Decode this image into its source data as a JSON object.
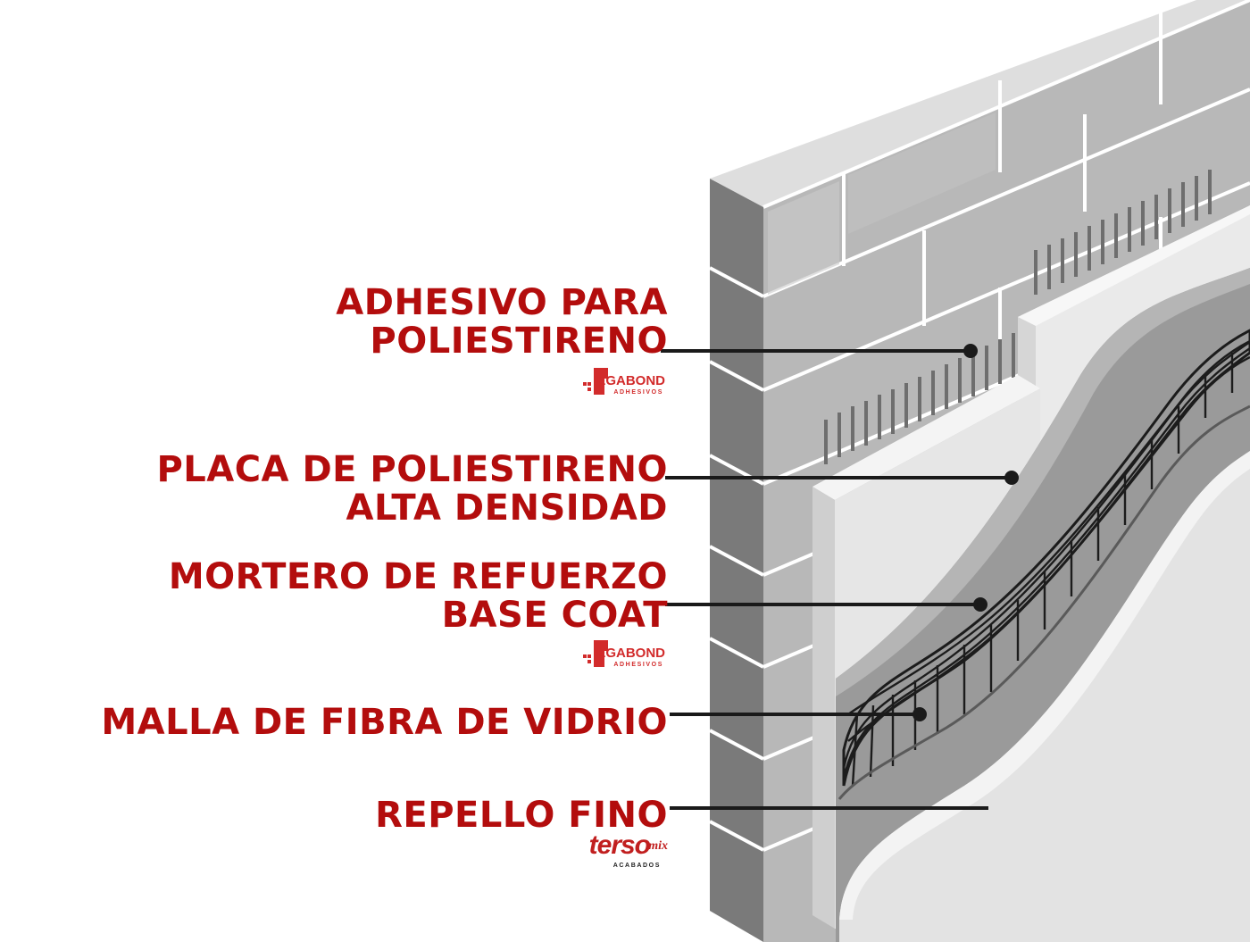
{
  "labels": [
    {
      "lines": [
        "ADHESIVO PARA",
        "POLIESTIRENO"
      ]
    },
    {
      "lines": [
        "PLACA DE POLIESTIRENO",
        "ALTA DENSIDAD"
      ]
    },
    {
      "lines": [
        "MORTERO DE REFUERZO",
        "BASE COAT"
      ]
    },
    {
      "lines": [
        "MALLA DE FIBRA DE VIDRIO"
      ]
    },
    {
      "lines": [
        "REPELLO FINO"
      ]
    }
  ],
  "logos": {
    "pegabond": {
      "word": "EGABOND",
      "sub": "ADHESIVOS"
    },
    "tersomix": {
      "word": "terso",
      "mix": "mix",
      "sub": "ACABADOS"
    }
  },
  "colors": {
    "label": "#b30d0d",
    "logo": "#d22b2b",
    "leader": "#1a1a1a"
  }
}
